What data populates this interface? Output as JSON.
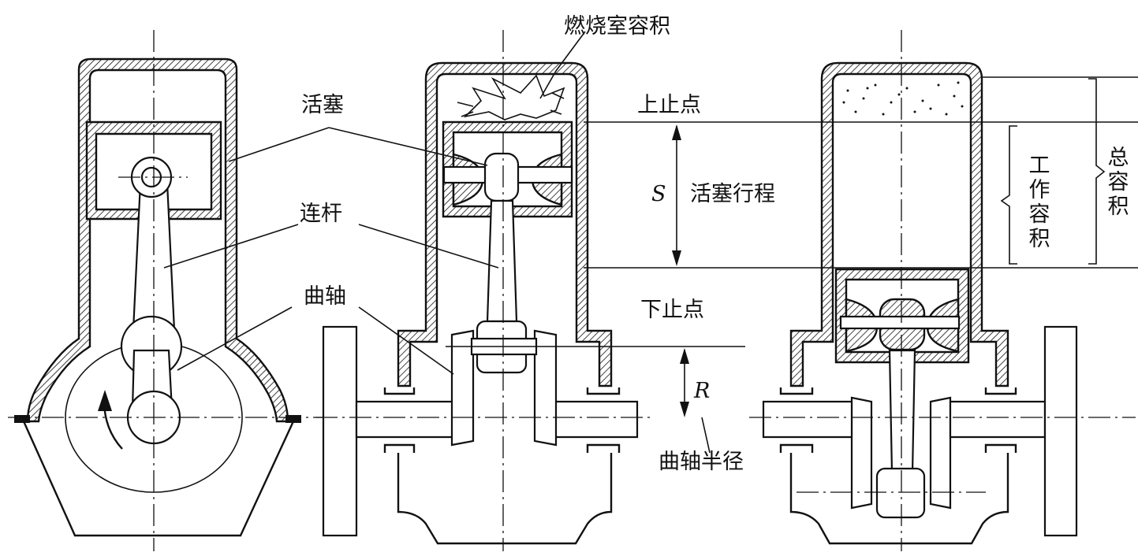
{
  "labels": {
    "combustion_chamber_volume": "燃烧室容积",
    "piston": "活塞",
    "connecting_rod": "连杆",
    "crankshaft": "曲轴",
    "tdc": "上止点",
    "bdc": "下止点",
    "piston_stroke": "活塞行程",
    "stroke_symbol": "S",
    "radius_symbol": "R",
    "crank_radius": "曲轴半径",
    "working_volume": "工作容积",
    "total_volume": "总容积"
  }
}
